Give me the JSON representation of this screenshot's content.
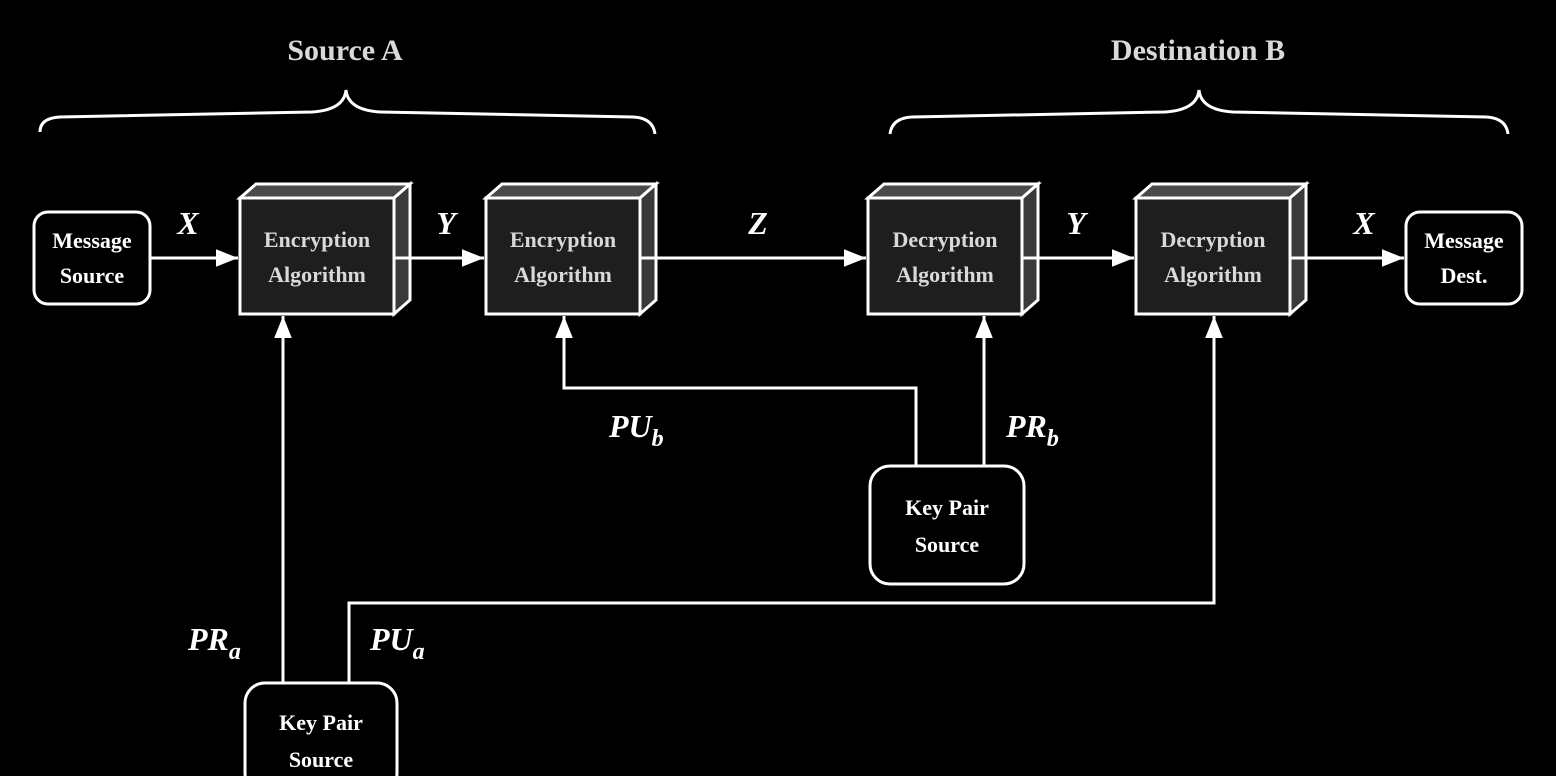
{
  "groups": {
    "source": "Source A",
    "destination": "Destination B"
  },
  "nodes": {
    "message_source": [
      "Message",
      "Source"
    ],
    "encrypt_1": [
      "Encryption",
      "Algorithm"
    ],
    "encrypt_2": [
      "Encryption",
      "Algorithm"
    ],
    "decrypt_1": [
      "Decryption",
      "Algorithm"
    ],
    "decrypt_2": [
      "Decryption",
      "Algorithm"
    ],
    "message_dest": [
      "Message",
      "Dest."
    ],
    "keypair_b": [
      "Key Pair",
      "Source"
    ],
    "keypair_a": [
      "Key Pair",
      "Source"
    ]
  },
  "edges": {
    "x_in": "X",
    "y_1": "Y",
    "z": "Z",
    "y_2": "Y",
    "x_out": "X",
    "pu_b": {
      "main": "PU",
      "sub": "b"
    },
    "pr_b": {
      "main": "PR",
      "sub": "b"
    },
    "pr_a": {
      "main": "PR",
      "sub": "a"
    },
    "pu_a": {
      "main": "PU",
      "sub": "a"
    }
  },
  "colors": {
    "background": "#000000",
    "line": "#ffffff",
    "box_front": "#1e1e1e",
    "box_top": "#4a4a4a",
    "box_side": "#3a3a3a",
    "group_label": "#d9d9d9"
  }
}
